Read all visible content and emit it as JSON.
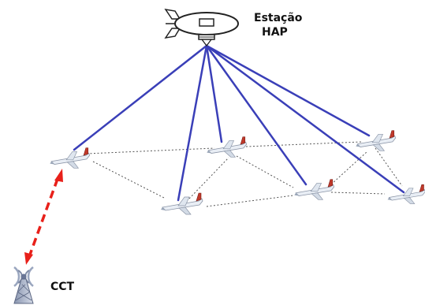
{
  "hap": {
    "label_line1": "Estação",
    "label_line2": "HAP"
  },
  "cct": {
    "label": "CCT"
  },
  "colors": {
    "hap_links": "#3a3fb8",
    "mesh_links": "#555555",
    "control_link": "#e8201a",
    "airship": "#222222"
  },
  "icons": {
    "hap": "airship-icon",
    "cct": "radio-tower-icon",
    "aircraft": "airplane-icon"
  },
  "aircraft": [
    {
      "id": "a1"
    },
    {
      "id": "a2"
    },
    {
      "id": "a3"
    },
    {
      "id": "a4"
    },
    {
      "id": "a5"
    },
    {
      "id": "a6"
    }
  ]
}
